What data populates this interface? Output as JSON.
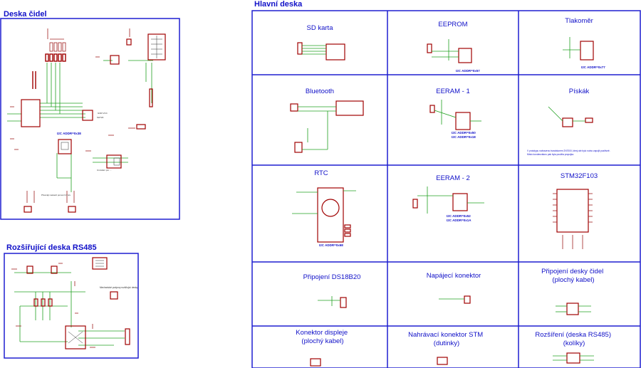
{
  "sheets": {
    "sensor_board": {
      "title": "Deska čidel",
      "i2c_note": "I2C ADDR=0x38",
      "sensor_label": "SHT20",
      "note": "Přesněji nastavit pomocí trimru"
    },
    "rs485_board": {
      "title": "Rozšiřující deska RS485",
      "note": "Mechanické podpory rozšiřující desky"
    },
    "main_board": {
      "title": "Hlavní deska",
      "cells": [
        {
          "title": "SD karta",
          "sub": ""
        },
        {
          "title": "EEPROM",
          "sub": "I2C ADDR=0x57"
        },
        {
          "title": "Tlakoměr",
          "sub": "I2C ADDR=0x77"
        },
        {
          "title": "Bluetooth",
          "sub": ""
        },
        {
          "title": "EERAM - 1",
          "sub": "I2C ADDR=0x50 / I2C ADDR=0x18"
        },
        {
          "title": "Pískák",
          "sub": "V prototypu nahrazeno tranzistorem 2N7000, který ale bylo nutno zapojit pozitivně. Místo kondenzátoru pak byla použita propojka."
        },
        {
          "title": "RTC",
          "sub": "I2C ADDR=0x68"
        },
        {
          "title": "EERAM - 2",
          "sub": "I2C ADDR=0x52 / I2C ADDR=0x1A"
        },
        {
          "title": "STM32F103",
          "sub": ""
        },
        {
          "title": "Připojení DS18B20",
          "sub": ""
        },
        {
          "title": "Napájecí konektor",
          "sub": ""
        },
        {
          "title": "Připojení desky čidel (plochý kabel)",
          "sub": ""
        },
        {
          "title": "Konektor displeje (plochý kabel)",
          "sub": ""
        },
        {
          "title": "Nahrávací konektor STM (dutinky)",
          "sub": ""
        },
        {
          "title": "Rozšíření (deska RS485) (kolíky)",
          "sub": ""
        }
      ]
    }
  },
  "colors": {
    "frame": "#1f1fd0",
    "title": "#1010c8",
    "wire": "#20a020",
    "part": "#a00000",
    "pin": "#a02020",
    "text": "#303030"
  }
}
